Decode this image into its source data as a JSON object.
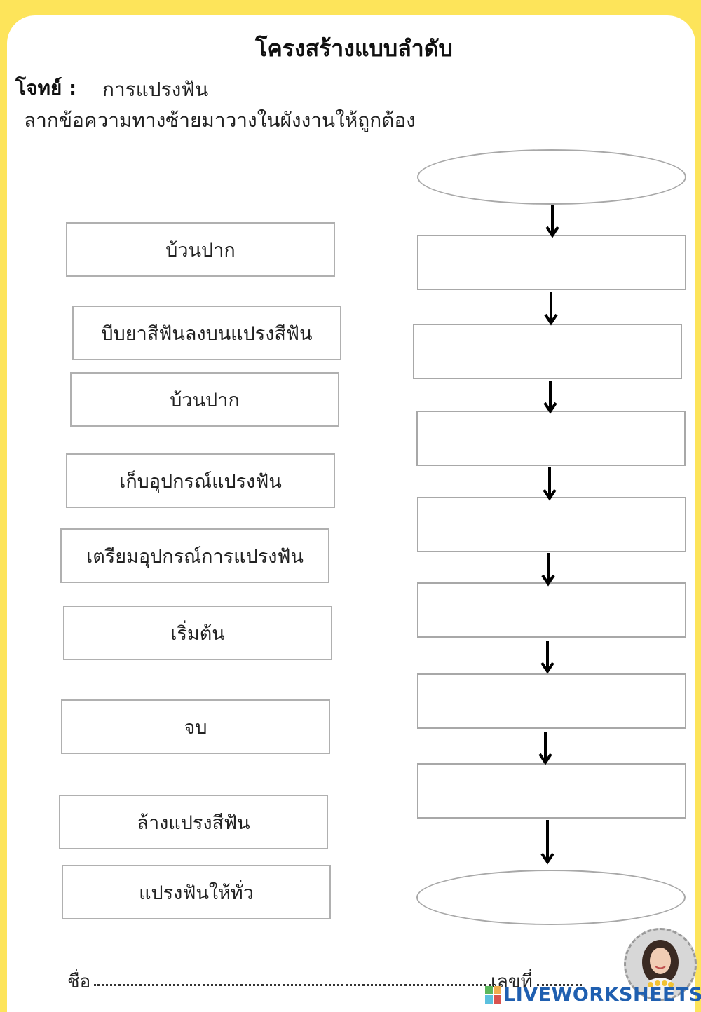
{
  "header": {
    "title": "โครงสร้างแบบลำดับ",
    "problem_label": "โจทย์ :",
    "problem_text": "การแปรงฟัน",
    "instruction": "ลากข้อความทางซ้ายมาวางในผังงานให้ถูกต้อง"
  },
  "options": [
    {
      "label": "บ้วนปาก"
    },
    {
      "label": "บีบยาสีฟันลงบนแปรงสีฟัน"
    },
    {
      "label": "บ้วนปาก"
    },
    {
      "label": "เก็บอุปกรณ์แปรงฟัน"
    },
    {
      "label": "เตรียมอุปกรณ์การแปรงฟัน"
    },
    {
      "label": "เริ่มต้น"
    },
    {
      "label": "จบ"
    },
    {
      "label": "ล้างแปรงสีฟัน"
    },
    {
      "label": "แปรงฟันให้ทั่ว"
    }
  ],
  "flowchart": {
    "slots": [
      "",
      "",
      "",
      "",
      "",
      "",
      "",
      "",
      ""
    ]
  },
  "footer": {
    "name_label": "ชื่อ",
    "number_label": "เลขที่",
    "brand": "LIVEWORKSHEETS"
  },
  "colors": {
    "background": "#fde45a",
    "brand": "#1f5fb0"
  }
}
